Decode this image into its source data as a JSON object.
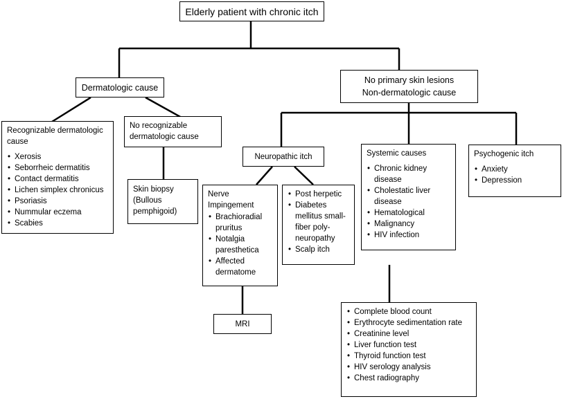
{
  "root": {
    "label": "Elderly patient with chronic itch"
  },
  "dermatologic": {
    "label": "Dermatologic cause",
    "recognizable": {
      "heading": "Recognizable dermatologic cause",
      "items": [
        "Xerosis",
        "Seborrheic dermatitis",
        "Contact dermatitis",
        "Lichen simplex chronicus",
        "Psoriasis",
        "Nummular eczema",
        "Scabies"
      ]
    },
    "no_recognizable": {
      "heading": "No recognizable dermatologic cause",
      "biopsy": {
        "line1": "Skin biopsy",
        "line2": "(Bullous pemphigoid)"
      }
    }
  },
  "non_dermatologic": {
    "line1": "No primary skin lesions",
    "line2": "Non-dermatologic cause",
    "neuropathic": {
      "label": "Neuropathic itch",
      "nerve": {
        "heading": "Nerve Impingement",
        "items": [
          "Brachioradial pruritus",
          "Notalgia paresthetica",
          "Affected dermatome"
        ]
      },
      "other": {
        "items": [
          "Post herpetic",
          "Diabetes mellitus small-fiber poly-neuropathy",
          "Scalp itch"
        ]
      },
      "mri": {
        "label": "MRI"
      }
    },
    "systemic": {
      "heading": "Systemic causes",
      "items": [
        "Chronic kidney disease",
        "Cholestatic liver disease",
        "Hematological",
        "Malignancy",
        "HIV infection"
      ],
      "tests": [
        "Complete blood count",
        "Erythrocyte sedimentation rate",
        "Creatinine level",
        "Liver function test",
        "Thyroid function test",
        "HIV serology analysis",
        "Chest radiography"
      ]
    },
    "psychogenic": {
      "heading": "Psychogenic itch",
      "items": [
        "Anxiety",
        "Depression"
      ]
    }
  }
}
